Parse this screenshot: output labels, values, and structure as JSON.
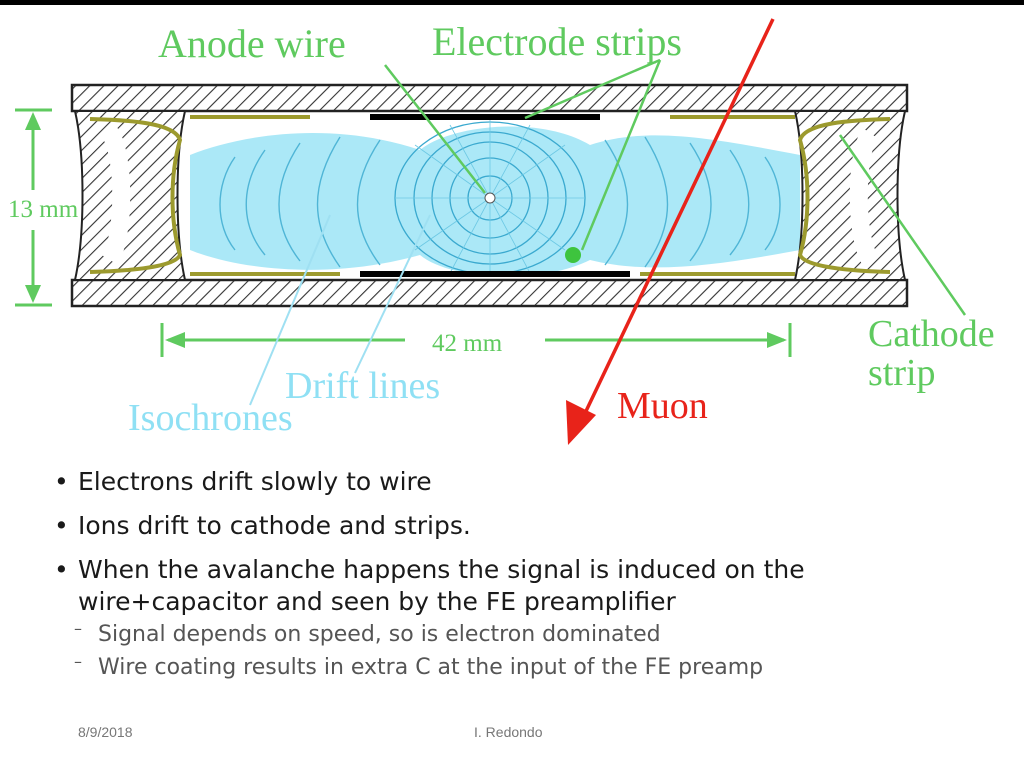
{
  "diagram": {
    "labels": {
      "anode_wire": "Anode wire",
      "electrode_strips": "Electrode strips",
      "height": "13 mm",
      "width": "42 mm",
      "cathode_line1": "Cathode",
      "cathode_line2": "strip",
      "drift_lines": "Drift lines",
      "isochrones": "Isochrones",
      "muon": "Muon"
    },
    "colors": {
      "label_green": "#5fca5f",
      "muon_red": "#e8231a",
      "field_cyan": "#7fd8ef",
      "cathode_olive": "#9c9a2e"
    }
  },
  "bullets": [
    {
      "text": "Electrons drift slowly to wire"
    },
    {
      "text": "Ions drift to cathode and strips."
    },
    {
      "text": "When the avalanche happens the signal is induced on the wire+capacitor and seen by the  FE preamplifier"
    }
  ],
  "sub_bullets": [
    {
      "text": "Signal depends on speed, so is electron dominated"
    },
    {
      "text": "Wire coating  results in extra C at the input of the FE preamp"
    }
  ],
  "footer": {
    "date": "8/9/2018",
    "author": "I. Redondo"
  }
}
